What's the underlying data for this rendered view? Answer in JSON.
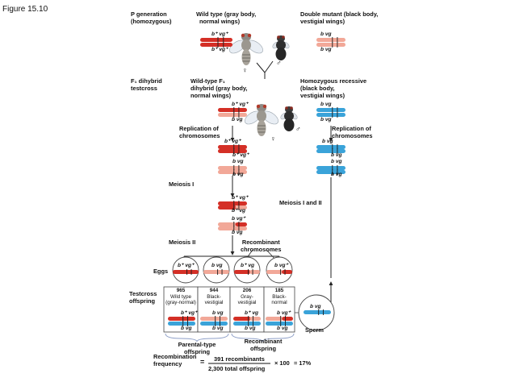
{
  "figure_label": "Figure 15.10",
  "p_generation": {
    "label_line1": "P generation",
    "label_line2": "(homozygous)",
    "wild_type_line1": "Wild type (gray body,",
    "wild_type_line2": "normal wings)",
    "double_mutant_line1": "Double mutant (black body,",
    "double_mutant_line2": "vestigial wings)",
    "wild_genes_top": "b⁺ vg⁺",
    "wild_genes_bottom": "b⁺ vg⁺",
    "mutant_genes_top": "b  vg",
    "mutant_genes_bottom": "b  vg",
    "female_symbol": "♀",
    "male_symbol": "♂"
  },
  "f1_cross": {
    "label_line1": "F₁ dihybrid",
    "label_line2": "testcross",
    "wild_f1_line1": "Wild-type F₁",
    "wild_f1_line2": "dihybrid (gray body,",
    "wild_f1_line3": "normal wings)",
    "recessive_line1": "Homozygous recessive",
    "recessive_line2": "(black body,",
    "recessive_line3": "vestigial wings)",
    "f1_genes_top": "b⁺ vg⁺",
    "f1_genes_bottom": "b  vg",
    "rec_genes_top": "b  vg",
    "rec_genes_bottom": "b  vg",
    "female_symbol": "♀",
    "male_symbol": "♂"
  },
  "replication": {
    "left_line1": "Replication of",
    "left_line2": "chromosomes",
    "right_line1": "Replication of",
    "right_line2": "chromosomes",
    "left_genes": [
      "b⁺ vg⁺",
      "b⁺ vg⁺",
      "b  vg",
      "b  vg"
    ],
    "right_genes": [
      "b  vg",
      "b  vg",
      "b  vg",
      "b  vg"
    ]
  },
  "meiosis": {
    "meiosis_i": "Meiosis I",
    "meiosis_i_and_ii": "Meiosis I and II",
    "meiosis_ii": "Meiosis II",
    "after_i_genes": [
      "b⁺ vg⁺",
      "b⁺ vg",
      "b  vg⁺",
      "b  vg"
    ],
    "recombinant_line1": "Recombinant",
    "recombinant_line2": "chromosomes"
  },
  "eggs": {
    "label": "Eggs",
    "genes": [
      "b⁺ vg⁺",
      "b  vg",
      "b⁺ vg",
      "b  vg⁺"
    ]
  },
  "offspring": {
    "label_line1": "Testcross",
    "label_line2": "offspring",
    "classes": [
      {
        "count": "965",
        "line1": "Wild type",
        "line2": "(gray-normal)",
        "gene_top": "b⁺ vg⁺",
        "gene_bottom": "b  vg"
      },
      {
        "count": "944",
        "line1": "Black-",
        "line2": "vestigial",
        "gene_top": "b  vg",
        "gene_bottom": "b  vg"
      },
      {
        "count": "206",
        "line1": "Gray-",
        "line2": "vestigial",
        "gene_top": "b⁺ vg",
        "gene_bottom": "b  vg"
      },
      {
        "count": "185",
        "line1": "Black-",
        "line2": "normal",
        "gene_top": "b  vg⁺",
        "gene_bottom": "b  vg"
      }
    ]
  },
  "sperm": {
    "label": "Sperm",
    "genes": "b  vg"
  },
  "brackets": {
    "parental_line1": "Parental-type",
    "parental_line2": "offspring",
    "recombinant_line1": "Recombinant",
    "recombinant_line2": "offspring"
  },
  "recombination": {
    "label_line1": "Recombination",
    "label_line2": "frequency",
    "equals": "=",
    "numerator": "391 recombinants",
    "denominator": "2,300 total offspring",
    "times": "× 100",
    "result": "= 17%"
  },
  "colors": {
    "dark_red": "#d42f26",
    "light_red": "#f2a898",
    "blue": "#3aa3d9",
    "gray": "#c9c4be",
    "bracket": "#8fa0c8"
  }
}
